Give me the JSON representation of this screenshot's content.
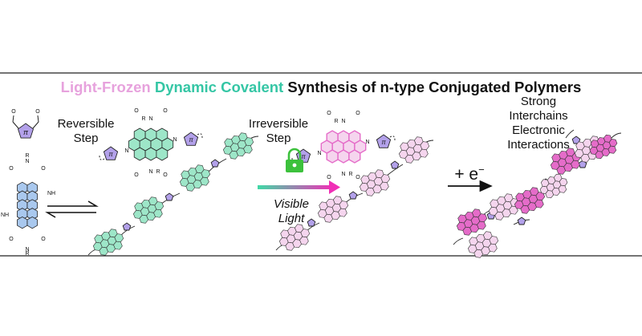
{
  "title": {
    "part1": "Light-Frozen",
    "part2": "Dynamic Covalent",
    "part3": "Synthesis of n-type Conjugated Polymers",
    "colors": {
      "pink": "#e7a2dd",
      "teal": "#35c6a5",
      "black": "#111111"
    }
  },
  "labels": {
    "reversible_1": "Reversible",
    "reversible_2": "Step",
    "irreversible_1": "Irreversible",
    "irreversible_2": "Step",
    "visible_1": "Visible",
    "visible_2": "Light",
    "strong_1": "Strong",
    "strong_2": "Interchains",
    "strong_3": "Electronic",
    "strong_4": "Interactions",
    "electron": "+ e",
    "electron_sup": "−"
  },
  "atoms": {
    "O": "O",
    "N": "N",
    "R": "R",
    "NH2": "NH",
    "pi": "π"
  },
  "colors": {
    "monomer_blue": "#a9c8ee",
    "thiophene_purple": "#b3a1ea",
    "polymer_green": "#9de6c8",
    "polymer_light_pink": "#f5d5ee",
    "polymer_pink": "#e56cc9",
    "lock_green": "#3cc13c"
  }
}
